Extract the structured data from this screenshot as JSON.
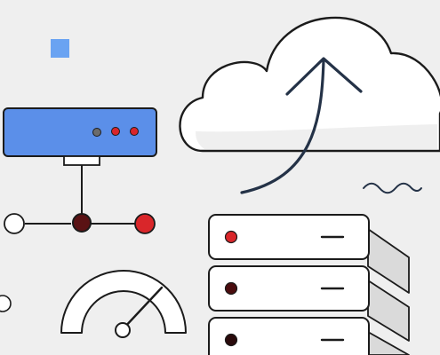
{
  "colors": {
    "background": "#efefef",
    "router_blue": "#5b8fe9",
    "small_square_blue": "#6aa3f2",
    "stroke_dark": "#1b1b1b",
    "arrow_navy": "#243247",
    "led_red": "#d9262a",
    "led_dark_red": "#7a1214",
    "led_gray": "#6b6b6b",
    "server_white": "#ffffff",
    "server_side_gray": "#dadada",
    "cloud_white": "#ffffff"
  },
  "illustration": {
    "icons": [
      "cloud-upload-icon",
      "network-router-icon",
      "network-node-icon",
      "gauge-icon",
      "server-rack-icon"
    ],
    "server_rack": {
      "units": 3,
      "status_leds": [
        "red",
        "dark",
        "dark"
      ]
    },
    "router": {
      "leds": [
        "gray",
        "red",
        "red"
      ]
    },
    "gauge": {
      "needle_level_percent": 80
    }
  }
}
